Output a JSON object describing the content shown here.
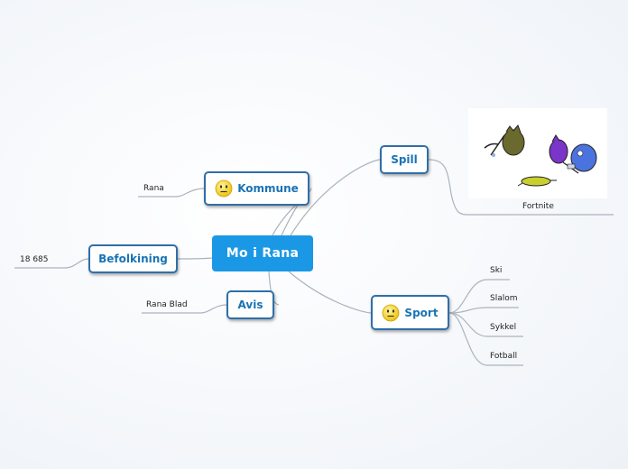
{
  "root": {
    "label": "Mo i Rana"
  },
  "topics": {
    "kommune": {
      "label": "Kommune",
      "icon": "neutral-face-icon"
    },
    "befolkning": {
      "label": "Befolkining"
    },
    "avis": {
      "label": "Avis"
    },
    "spill": {
      "label": "Spill"
    },
    "sport": {
      "label": "Sport",
      "icon": "neutral-face-icon"
    }
  },
  "subtopics": {
    "kommune": [
      "Rana"
    ],
    "befolkning": [
      "18 685"
    ],
    "avis": [
      "Rana Blad"
    ],
    "spill": [
      "Fortnite"
    ],
    "sport": [
      "Ski",
      "Slalom",
      "Sykkel",
      "Fotball"
    ]
  },
  "colors": {
    "root_fill": "#1a98e6",
    "topic_border": "#2f6fa8",
    "topic_text": "#1a73b5",
    "connector": "#a9b4c0"
  }
}
